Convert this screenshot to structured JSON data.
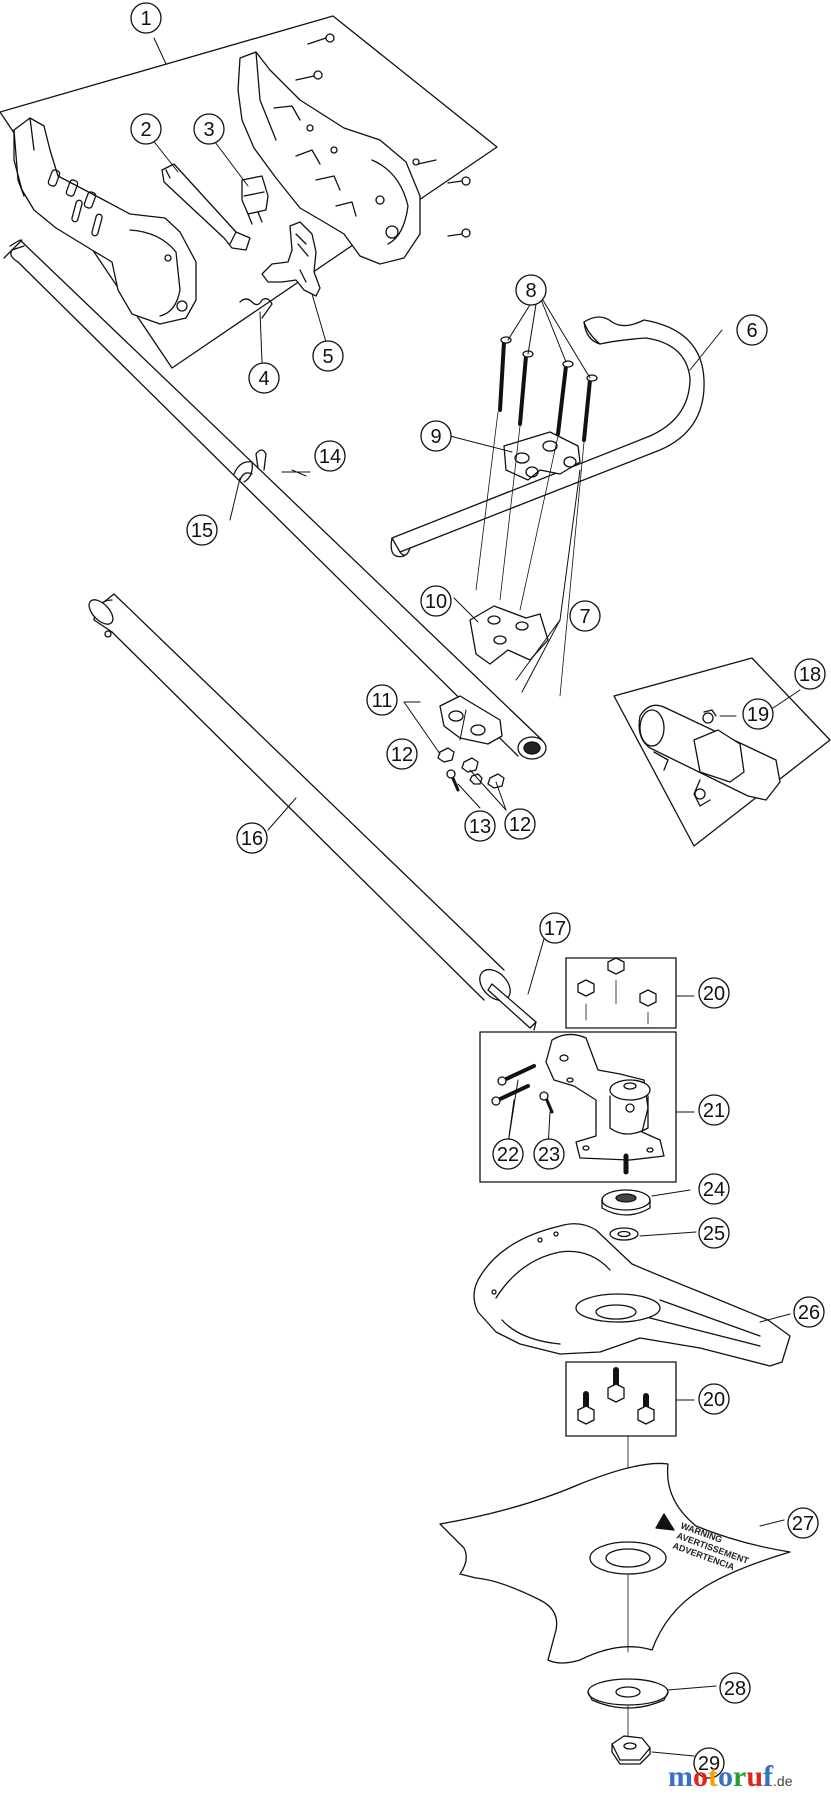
{
  "callouts": [
    {
      "id": "1",
      "label": "1"
    },
    {
      "id": "2",
      "label": "2"
    },
    {
      "id": "3",
      "label": "3"
    },
    {
      "id": "4",
      "label": "4"
    },
    {
      "id": "5",
      "label": "5"
    },
    {
      "id": "6",
      "label": "6"
    },
    {
      "id": "7",
      "label": "7"
    },
    {
      "id": "8",
      "label": "8"
    },
    {
      "id": "9",
      "label": "9"
    },
    {
      "id": "10",
      "label": "10"
    },
    {
      "id": "11",
      "label": "11"
    },
    {
      "id": "12a",
      "label": "12"
    },
    {
      "id": "12b",
      "label": "12"
    },
    {
      "id": "13",
      "label": "13"
    },
    {
      "id": "14",
      "label": "14"
    },
    {
      "id": "15",
      "label": "15"
    },
    {
      "id": "16",
      "label": "16"
    },
    {
      "id": "17",
      "label": "17"
    },
    {
      "id": "18",
      "label": "18"
    },
    {
      "id": "19",
      "label": "19"
    },
    {
      "id": "20a",
      "label": "20"
    },
    {
      "id": "21",
      "label": "21"
    },
    {
      "id": "22",
      "label": "22"
    },
    {
      "id": "23",
      "label": "23"
    },
    {
      "id": "24",
      "label": "24"
    },
    {
      "id": "25",
      "label": "25"
    },
    {
      "id": "26",
      "label": "26"
    },
    {
      "id": "20b",
      "label": "20"
    },
    {
      "id": "27",
      "label": "27"
    },
    {
      "id": "28",
      "label": "28"
    },
    {
      "id": "29",
      "label": "29"
    }
  ],
  "blade_warning": {
    "line1": "WARNING",
    "line2": "AVERTISSEMENT",
    "line3": "ADVERTENCIA"
  },
  "watermark": {
    "letters": [
      "m",
      "o",
      "t",
      "o",
      "r",
      "u",
      "f"
    ],
    "colors": [
      "#3a6fc4",
      "#e2231a",
      "#f4a100",
      "#3a6fc4",
      "#2e9a3a",
      "#e2231a",
      "#3a6fc4"
    ],
    "suffix": ".de"
  }
}
